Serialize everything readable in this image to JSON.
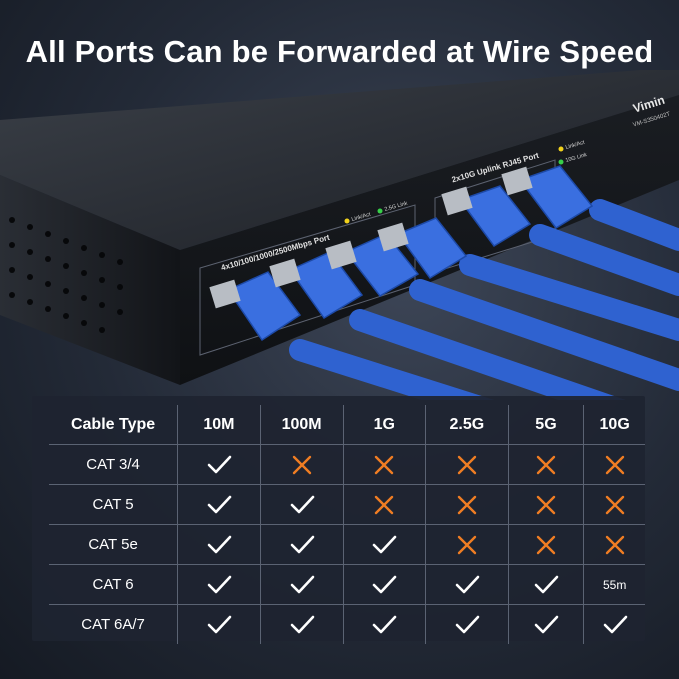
{
  "headline": "All Ports Can be Forwarded at Wire Speed",
  "device": {
    "brand": "Vimin",
    "model": "VM-S350402T",
    "port_group_main": "4x10/100/1000/2500Mbps Port",
    "port_group_uplink": "2x10G Uplink RJ45 Port",
    "led_main_1": "Link/Act",
    "led_main_2": "2.5G Link",
    "led_uplink_1": "Link/Act",
    "led_uplink_2": "10G Link"
  },
  "colors": {
    "check": "#ffffff",
    "cross": "#f07d23",
    "cable": "#2f62d0",
    "panel": "#1e2430",
    "grid": "#5b6373"
  },
  "table": {
    "corner": "Cable Type",
    "columns": [
      "10M",
      "100M",
      "1G",
      "2.5G",
      "5G",
      "10G"
    ],
    "rows": [
      {
        "type": "CAT 3/4",
        "cells": [
          "check",
          "cross",
          "cross",
          "cross",
          "cross",
          "cross"
        ]
      },
      {
        "type": "CAT 5",
        "cells": [
          "check",
          "check",
          "cross",
          "cross",
          "cross",
          "cross"
        ]
      },
      {
        "type": "CAT 5e",
        "cells": [
          "check",
          "check",
          "check",
          "cross",
          "cross",
          "cross"
        ]
      },
      {
        "type": "CAT 6",
        "cells": [
          "check",
          "check",
          "check",
          "check",
          "check",
          "55m"
        ]
      },
      {
        "type": "CAT 6A/7",
        "cells": [
          "check",
          "check",
          "check",
          "check",
          "check",
          "check"
        ]
      }
    ]
  }
}
